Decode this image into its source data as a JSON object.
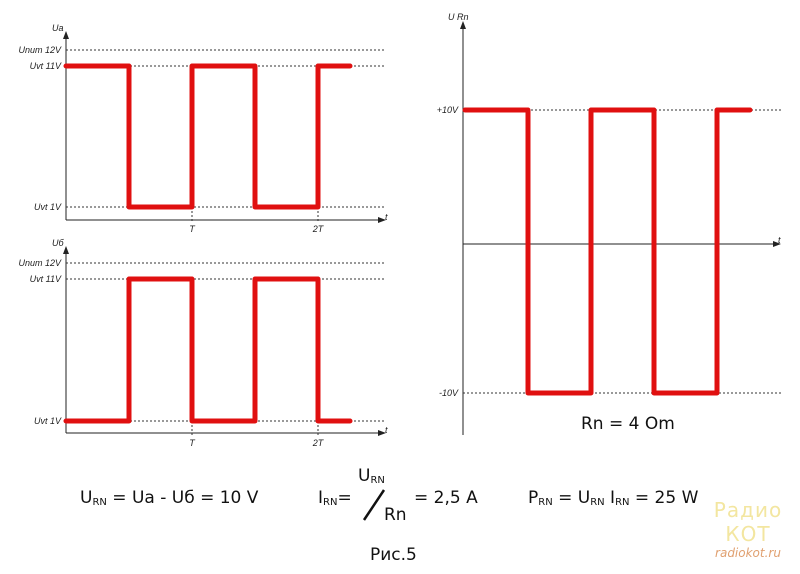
{
  "charts": {
    "ua": {
      "axis_label": "Ua",
      "t_label": "t",
      "levels": [
        "Unum 12V",
        "Uvt 11V",
        "Uvt 1V"
      ],
      "ticks": [
        "T",
        "2T"
      ],
      "start": "high"
    },
    "ub": {
      "axis_label": "Uб",
      "t_label": "t",
      "levels": [
        "Unum 12V",
        "Uvt 11V",
        "Uvt 1V"
      ],
      "ticks": [
        "T",
        "2T"
      ],
      "start": "low"
    },
    "urn": {
      "axis_label": "U Rn",
      "t_label": "t",
      "levels": [
        "+10V",
        "-10V"
      ]
    }
  },
  "rn_label": "Rn = 4 Om",
  "formulas": {
    "urn": {
      "lhs": "U",
      "lhs_sub": "RN",
      "rhs": "= Ua - Uб = 10 V"
    },
    "irn": {
      "lhs": "I",
      "lhs_sub": "RN",
      "num": "U",
      "num_sub": "RN",
      "den": "Rn",
      "rhs": "= 2,5 A"
    },
    "prn": {
      "lhs": "P",
      "lhs_sub": "RN",
      "mid1": "= U",
      "mid1_sub": "RN",
      "mid2": "I",
      "mid2_sub": "RN",
      "rhs": "= 25 W"
    }
  },
  "caption": "Рис.5",
  "watermark": {
    "title": "Радио КОТ",
    "url": "radiokot.ru"
  },
  "colors": {
    "wave": "#e01010",
    "axis": "#222222"
  }
}
